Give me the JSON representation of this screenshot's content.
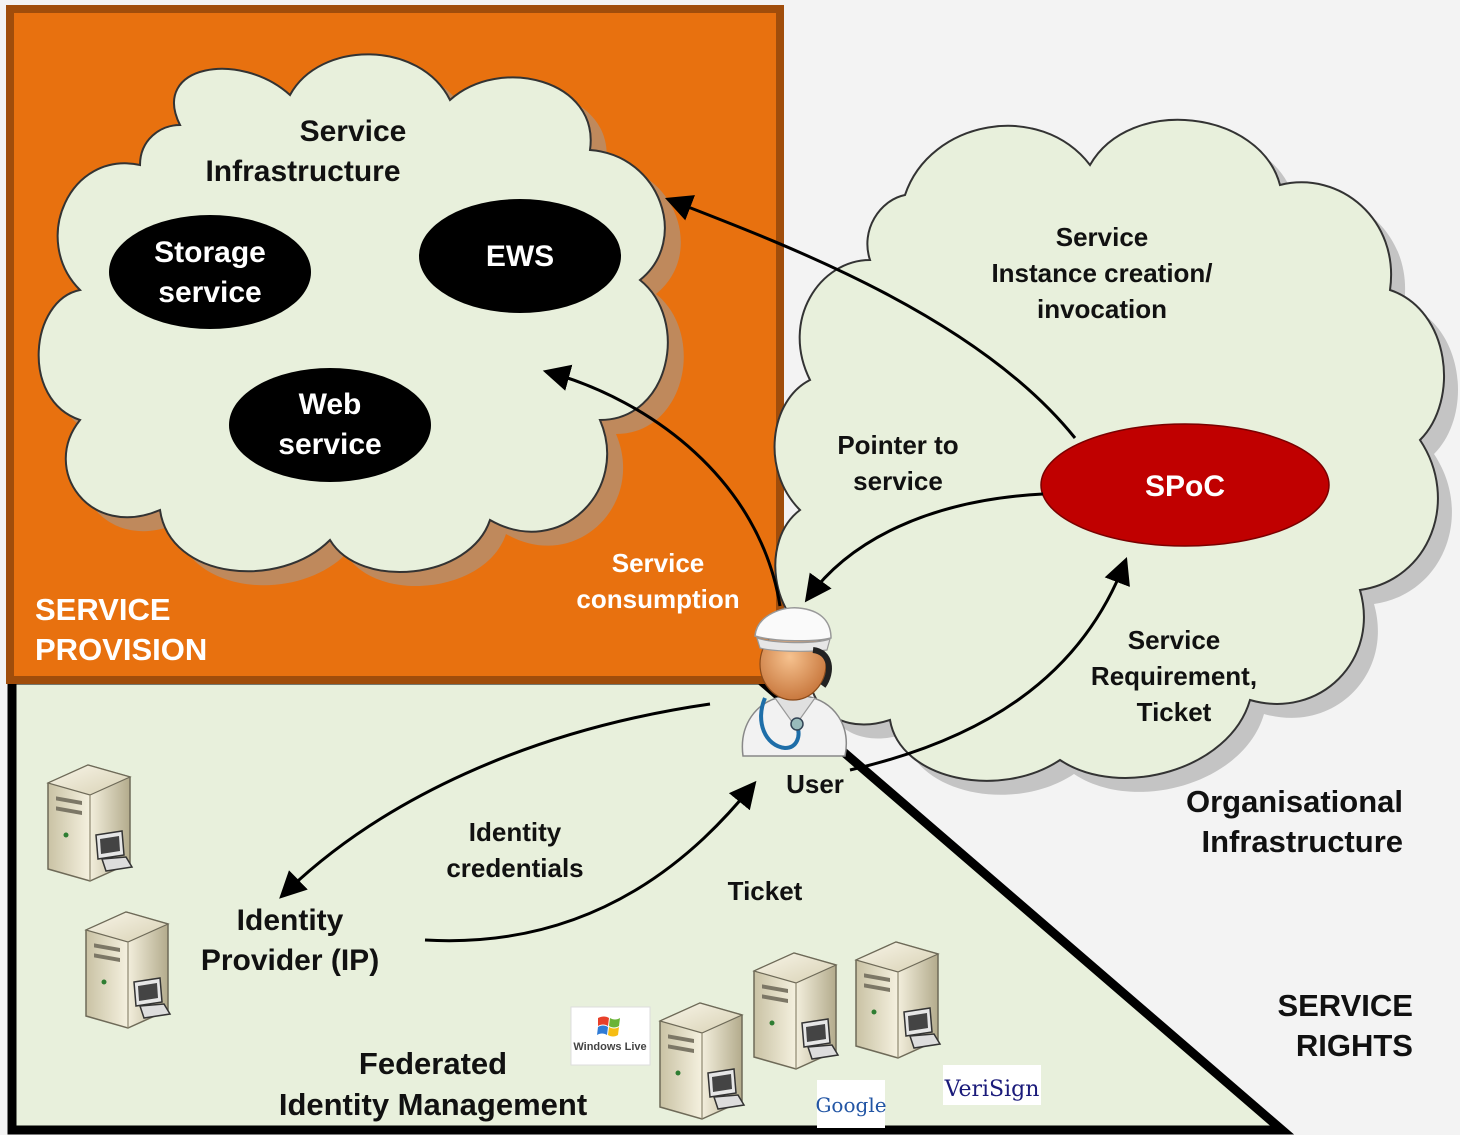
{
  "regions": {
    "service_provision": "SERVICE\nPROVISION",
    "service_rights": "SERVICE\nRIGHTS",
    "organisational_infrastructure": "Organisational\nInfrastructure",
    "federated_identity_management": "Federated\nIdentity Management"
  },
  "service_cloud": {
    "title": "Service\nInfrastructure",
    "services": {
      "storage": "Storage\nservice",
      "ews": "EWS",
      "web": "Web\nservice"
    }
  },
  "org_cloud": {
    "instance_label": "Service\nInstance creation/\ninvocation",
    "pointer_label": "Pointer to\nservice",
    "requirement_label": "Service\nRequirement,\nTicket",
    "spoc": "SPoC"
  },
  "flows": {
    "service_consumption": "Service\nconsumption",
    "identity_credentials": "Identity\ncredentials",
    "ticket": "Ticket"
  },
  "actors": {
    "user": "User",
    "identity_provider": "Identity\nProvider (IP)"
  },
  "logos": {
    "windows_live": "Windows Live",
    "google": "Google",
    "verisign": "VeriSign"
  },
  "icons": [
    "server-icon",
    "doctor-user-icon",
    "windows-flag-icon"
  ],
  "colors": {
    "provision_orange": "#e8710f",
    "provision_border": "#a04d0b",
    "cloud_fill": "#e8f0dc",
    "rights_fill": "#e8f0dc",
    "spoc_red": "#c00000",
    "service_ellipse": "#000000"
  }
}
